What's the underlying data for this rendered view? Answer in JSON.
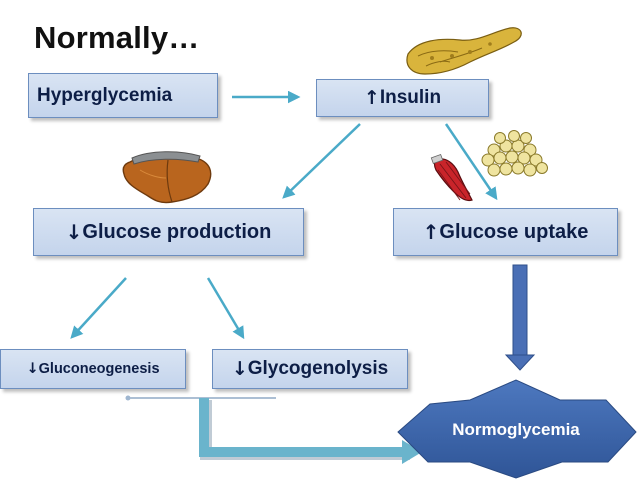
{
  "title": "Normally…",
  "nodes": {
    "hyperglycemia": "Hyperglycemia",
    "insulin_arrow": "↑",
    "insulin": "Insulin",
    "glucose_production_arrow": "↓",
    "glucose_production": "Glucose production",
    "glucose_uptake_arrow": "↑",
    "glucose_uptake": "Glucose uptake",
    "gluconeogenesis_arrow": "↓",
    "gluconeogenesis": "Gluconeogenesis",
    "glycogenolysis_arrow": "↓",
    "glycogenolysis": "Glycogenolysis",
    "normoglycemia": "Normoglycemia"
  },
  "colors": {
    "box_fill": "#c4d4ec",
    "box_border": "#6c8ebf",
    "box_text": "#0d1e46",
    "connector": "#4aaac8",
    "down_arrow": "#4a6fb5",
    "normo_fill": "#3d67ad"
  },
  "icons": [
    "pancreas-icon",
    "liver-icon",
    "muscle-icon",
    "fat-cells-icon"
  ]
}
